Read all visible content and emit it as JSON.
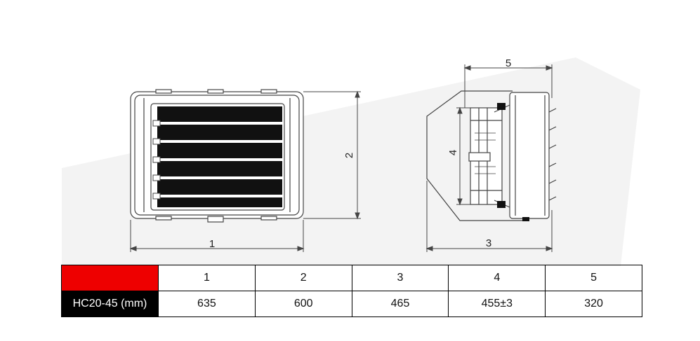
{
  "colors": {
    "corner": "#ee0000",
    "model_bg": "#000000",
    "model_text": "#ffffff",
    "line": "#444444",
    "background_shape": "#f3f3f3"
  },
  "drawing": {
    "front_view": {
      "dim_width_label": "1",
      "dim_height_label": "2"
    },
    "side_view": {
      "dim_depth_label": "3",
      "dim_fan_label": "4",
      "dim_top_label": "5"
    }
  },
  "table": {
    "header": [
      "",
      "1",
      "2",
      "3",
      "4",
      "5"
    ],
    "row": {
      "model": "HC20-45 (mm)",
      "values": [
        "635",
        "600",
        "465",
        "455±3",
        "320"
      ]
    }
  }
}
